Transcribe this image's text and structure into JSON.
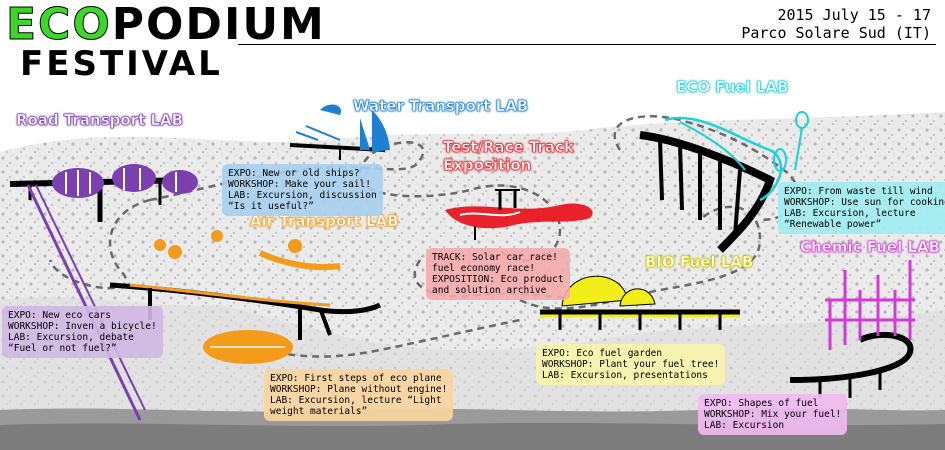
{
  "header": {
    "title_part1": "ECO",
    "title_part2": "PODIUM",
    "title_line2": "FESTIVAL",
    "date": "2015 July 15 - 17",
    "location": "Parco Solare Sud (IT)"
  },
  "colors": {
    "eco_green": "#3dd62b",
    "road": "#7b3fb0",
    "water": "#1f7fd0",
    "track": "#e8212a",
    "eco_fuel": "#19d3d9",
    "air": "#f49b1c",
    "bio": "#f2ee19",
    "chemic": "#d33ad6"
  },
  "labs": {
    "road_title": "Road Transport LAB",
    "water_title": "Water Transport LAB",
    "track_title_1": "Test/Race Track",
    "track_title_2": "Exposition",
    "eco_fuel_title": "ECO Fuel LAB",
    "air_title": "Air Transport LAB",
    "bio_title": "BIO Fuel LAB",
    "chemic_title": "Chemic Fuel LAB"
  },
  "info": {
    "water": [
      "EXPO: New or old ships?",
      "WORKSHOP: Make your sail!",
      "LAB: Excursion, discussion",
      "“Is it useful?”"
    ],
    "track": [
      "TRACK: Solar car race!",
      "fuel economy race!",
      "EXPOSITION: Eco product",
      "and solution archive"
    ],
    "eco_fuel": [
      "EXPO: From waste till wind",
      "WORKSHOP: Use sun for cooking",
      "LAB: Excursion, lecture",
      "“Renewable power”"
    ],
    "road": [
      "EXPO: New eco cars",
      "WORKSHOP: Inven a bicycle!",
      "LAB: Excursion, debate",
      "“Fuel or not fuel?”"
    ],
    "air": [
      "EXPO: First steps of eco plane",
      "WORKSHOP: Plane without engine!",
      "LAB: Excursion, lecture “Light",
      "weight materials”"
    ],
    "bio": [
      "EXPO: Eco fuel garden",
      "WORKSHOP: Plant your fuel tree!",
      "LAB: Excursion, presentations"
    ],
    "chemic": [
      "EXPO: Shapes of fuel",
      "WORKSHOP: Mix your fuel!",
      "LAB: Excursion"
    ]
  }
}
